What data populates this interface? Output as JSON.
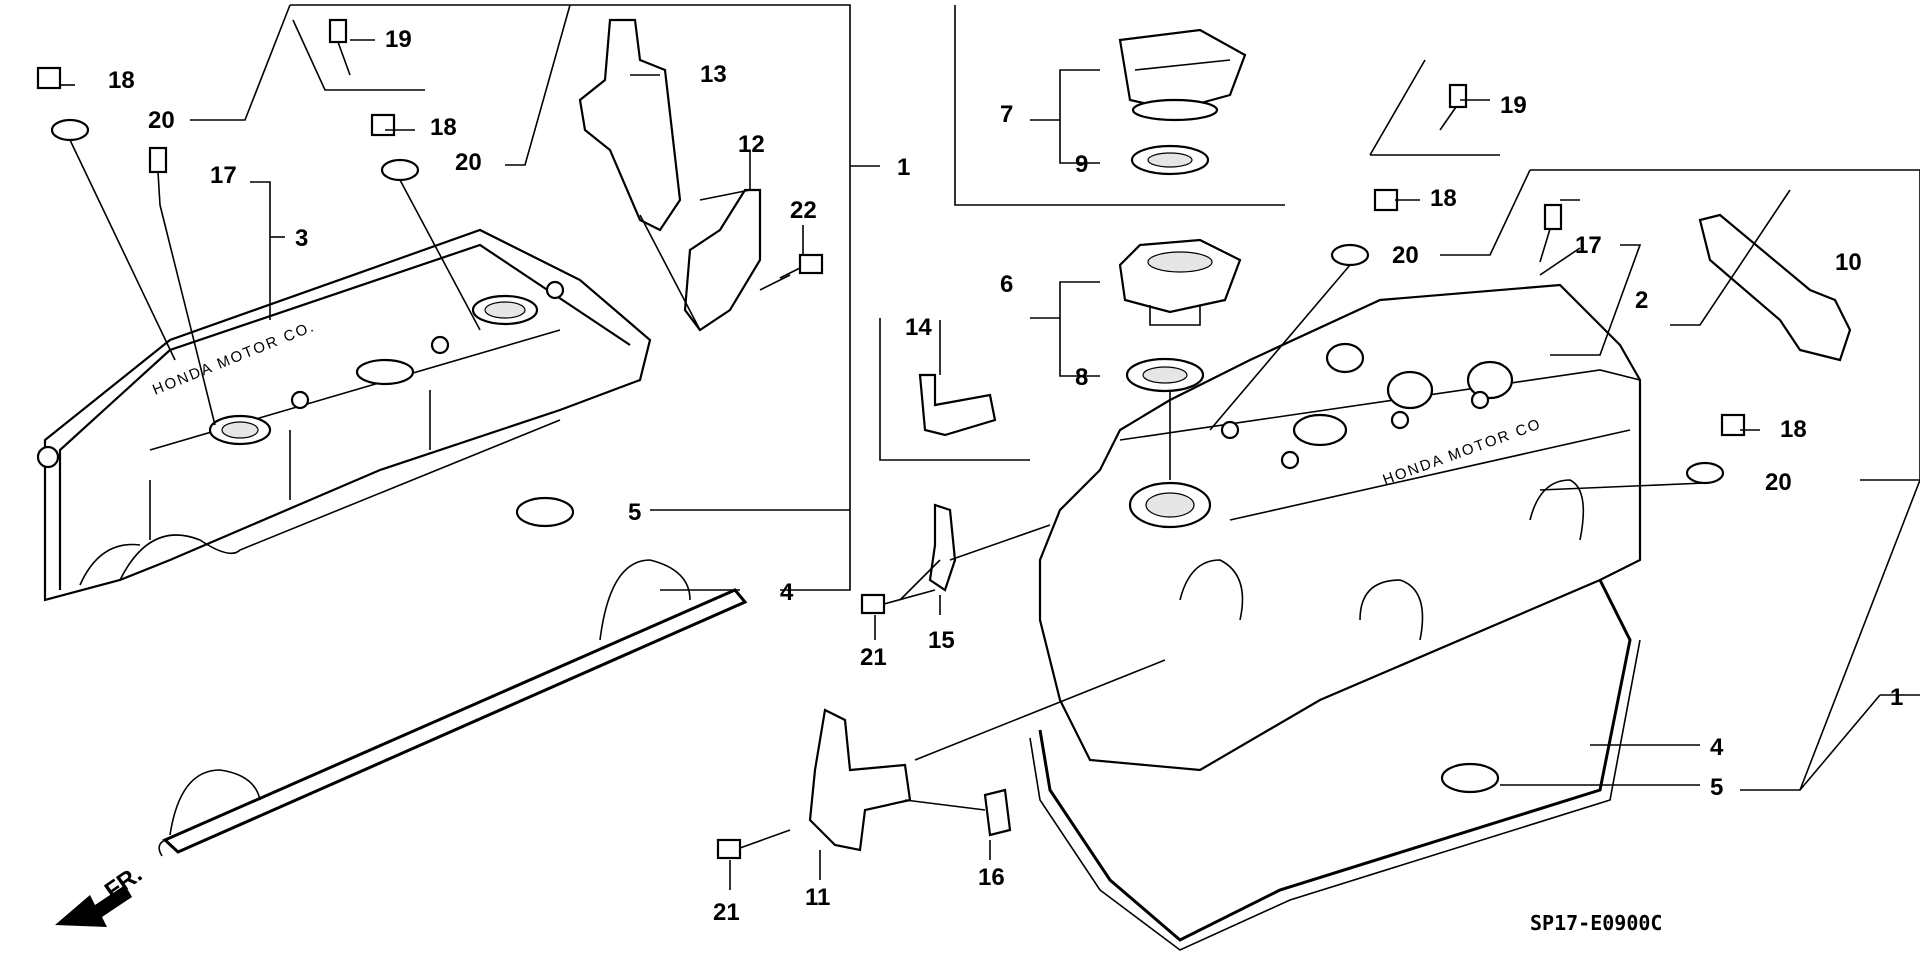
{
  "diagram": {
    "code": "SP17-E0900C",
    "front_label": "FR.",
    "embossing": [
      "HONDA MOTOR CO.",
      "HONDA MOTOR CO"
    ]
  },
  "callouts": [
    {
      "id": "c1a",
      "text": "1"
    },
    {
      "id": "c1b",
      "text": "1"
    },
    {
      "id": "c2",
      "text": "2"
    },
    {
      "id": "c3",
      "text": "3"
    },
    {
      "id": "c4a",
      "text": "4"
    },
    {
      "id": "c4b",
      "text": "4"
    },
    {
      "id": "c5a",
      "text": "5"
    },
    {
      "id": "c5b",
      "text": "5"
    },
    {
      "id": "c6",
      "text": "6"
    },
    {
      "id": "c7",
      "text": "7"
    },
    {
      "id": "c8",
      "text": "8"
    },
    {
      "id": "c9",
      "text": "9"
    },
    {
      "id": "c10",
      "text": "10"
    },
    {
      "id": "c11",
      "text": "11"
    },
    {
      "id": "c12",
      "text": "12"
    },
    {
      "id": "c13",
      "text": "13"
    },
    {
      "id": "c14",
      "text": "14"
    },
    {
      "id": "c15",
      "text": "15"
    },
    {
      "id": "c16",
      "text": "16"
    },
    {
      "id": "c17a",
      "text": "17"
    },
    {
      "id": "c17b",
      "text": "17"
    },
    {
      "id": "c18a",
      "text": "18"
    },
    {
      "id": "c18b",
      "text": "18"
    },
    {
      "id": "c18c",
      "text": "18"
    },
    {
      "id": "c18d",
      "text": "18"
    },
    {
      "id": "c19a",
      "text": "19"
    },
    {
      "id": "c19b",
      "text": "19"
    },
    {
      "id": "c20a",
      "text": "20"
    },
    {
      "id": "c20b",
      "text": "20"
    },
    {
      "id": "c20c",
      "text": "20"
    },
    {
      "id": "c20d",
      "text": "20"
    },
    {
      "id": "c21a",
      "text": "21"
    },
    {
      "id": "c21b",
      "text": "21"
    },
    {
      "id": "c22",
      "text": "22"
    }
  ]
}
